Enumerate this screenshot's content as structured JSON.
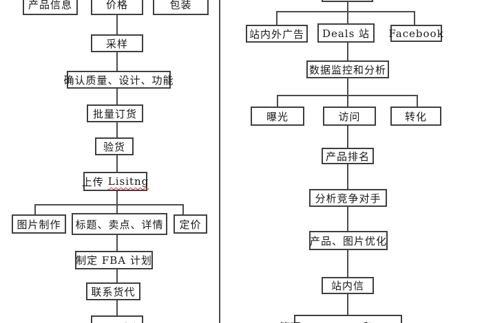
{
  "colors": {
    "background": "#ffffff",
    "line": "#4a4a4a",
    "box_border": "#3e3e3e",
    "text": "#181818",
    "spellcheck_underline": "#d03030"
  },
  "left_flow": {
    "product_info": "产品信息",
    "price": "价格",
    "packaging": "包装",
    "sampling": "采样",
    "confirm_quality": "确认质量、设计、功能",
    "bulk_order": "批量订货",
    "inspection": "验货",
    "upload_prefix": "上传",
    "upload_word": "Lisitng",
    "image_production": "图片制作",
    "title_selling_points": "标题、卖点、详情",
    "pricing": "定价",
    "fba_plan": "制定 FBA 计划",
    "contact_freight": "联系货代",
    "fba_first_leg": "FBA 头程"
  },
  "right_flow": {
    "onsite_offsite_ads": "站内外广告",
    "deals_site": "Deals 站",
    "facebook": "Facebook",
    "data_monitoring": "数据监控和分析",
    "exposure": "曝光",
    "visits": "访问",
    "conversion": "转化",
    "product_ranking": "产品排名",
    "competitor_analysis": "分析竞争对手",
    "product_image_optimization": "产品、图片优化",
    "onsite_message": "站内信",
    "manage_feedback": "管理 feedback 和 review"
  }
}
